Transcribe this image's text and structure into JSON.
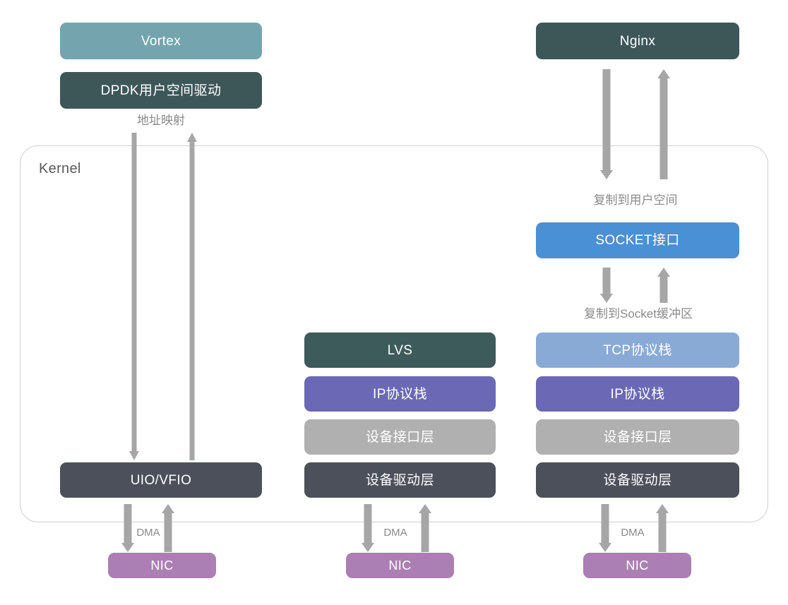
{
  "diagram": {
    "title_region": "Network packet path comparison: DPDK user-space bypass vs. LVS kernel path vs. Nginx socket path",
    "kernel": {
      "label": "Kernel"
    },
    "columns": {
      "dpdk": {
        "nodes": [
          {
            "id": "vortex",
            "label": "Vortex",
            "color": "#74a5ae"
          },
          {
            "id": "dpdk-driver",
            "label": "DPDK用户空间驱动",
            "color": "#3d5759"
          },
          {
            "id": "uio-vfio",
            "label": "UIO/VFIO",
            "color": "#4c505a"
          },
          {
            "id": "nic-left",
            "label": "NIC",
            "color": "#ab7fb4"
          }
        ],
        "captions": [
          {
            "id": "addr-mapping",
            "text": "地址映射"
          },
          {
            "id": "dma-left",
            "text": "DMA"
          }
        ]
      },
      "lvs": {
        "nodes": [
          {
            "id": "lvs",
            "label": "LVS",
            "color": "#3d5b5b"
          },
          {
            "id": "ip-stack-mid",
            "label": "IP协议栈",
            "color": "#6b68b5"
          },
          {
            "id": "dev-iface-mid",
            "label": "设备接口层",
            "color": "#b0b0b0"
          },
          {
            "id": "dev-driver-mid",
            "label": "设备驱动层",
            "color": "#4c505a"
          },
          {
            "id": "nic-mid",
            "label": "NIC",
            "color": "#ab7fb4"
          }
        ],
        "captions": [
          {
            "id": "dma-mid",
            "text": "DMA"
          }
        ]
      },
      "nginx": {
        "nodes": [
          {
            "id": "nginx",
            "label": "Nginx",
            "color": "#3d5759"
          },
          {
            "id": "socket-iface",
            "label": "SOCKET接口",
            "color": "#4a90d4"
          },
          {
            "id": "tcp-stack",
            "label": "TCP协议栈",
            "color": "#8aaad6"
          },
          {
            "id": "ip-stack-right",
            "label": "IP协议栈",
            "color": "#6b68b5"
          },
          {
            "id": "dev-iface-right",
            "label": "设备接口层",
            "color": "#b0b0b0"
          },
          {
            "id": "dev-driver-right",
            "label": "设备驱动层",
            "color": "#4c505a"
          },
          {
            "id": "nic-right",
            "label": "NIC",
            "color": "#ab7fb4"
          }
        ],
        "captions": [
          {
            "id": "copy-userspace",
            "text": "复制到用户空间"
          },
          {
            "id": "copy-sockbuf",
            "text": "复制到Socket缓冲区"
          },
          {
            "id": "dma-right",
            "text": "DMA"
          }
        ]
      }
    },
    "palette": {
      "teal_light": "#74a5ae",
      "teal_dark": "#3d5759",
      "lvs_teal": "#3d5b5b",
      "slate": "#4c505a",
      "purple": "#6b68b5",
      "grey": "#b0b0b0",
      "blue": "#4a90d4",
      "blue_light": "#8aaad6",
      "nic_purple": "#ab7fb4",
      "arrow": "#a6a6a6",
      "kernel_border": "#cfcfcf",
      "caption_text": "#8a8a8a"
    }
  }
}
